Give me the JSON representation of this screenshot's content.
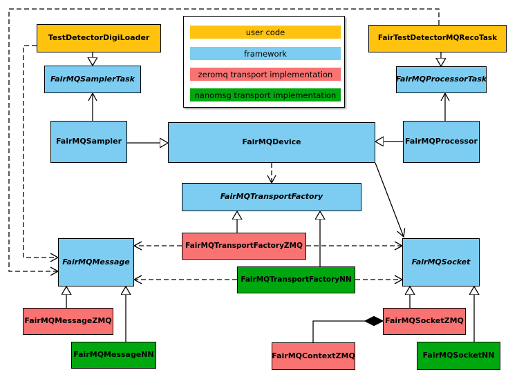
{
  "diagram": {
    "colors": {
      "user-code": "#FFC20E",
      "framework": "#7DCDF2",
      "zeromq": "#F97373",
      "nanomsg": "#00A80F",
      "line": "#000000"
    },
    "legend": {
      "items": [
        {
          "label": "user code",
          "category": "user-code"
        },
        {
          "label": "framework",
          "category": "framework"
        },
        {
          "label": "zeromq transport implementation",
          "category": "zeromq"
        },
        {
          "label": "nanomsg transport implementation",
          "category": "nanomsg"
        }
      ]
    },
    "nodes": [
      {
        "id": "TestDetectorDigiLoader",
        "label": "TestDetectorDigiLoader",
        "category": "user-code",
        "abstract": false
      },
      {
        "id": "FairTestDetectorMQRecoTask",
        "label": "FairTestDetectorMQRecoTask",
        "category": "user-code",
        "abstract": false
      },
      {
        "id": "FairMQSamplerTask",
        "label": "FairMQSamplerTask",
        "category": "framework",
        "abstract": true
      },
      {
        "id": "FairMQProcessorTask",
        "label": "FairMQProcessorTask",
        "category": "framework",
        "abstract": true
      },
      {
        "id": "FairMQSampler",
        "label": "FairMQSampler",
        "category": "framework",
        "abstract": false
      },
      {
        "id": "FairMQDevice",
        "label": "FairMQDevice",
        "category": "framework",
        "abstract": false
      },
      {
        "id": "FairMQProcessor",
        "label": "FairMQProcessor",
        "category": "framework",
        "abstract": false
      },
      {
        "id": "FairMQTransportFactory",
        "label": "FairMQTransportFactory",
        "category": "framework",
        "abstract": true
      },
      {
        "id": "FairMQTransportFactoryZMQ",
        "label": "FairMQTransportFactoryZMQ",
        "category": "zeromq",
        "abstract": false
      },
      {
        "id": "FairMQTransportFactoryNN",
        "label": "FairMQTransportFactoryNN",
        "category": "nanomsg",
        "abstract": false
      },
      {
        "id": "FairMQMessage",
        "label": "FairMQMessage",
        "category": "framework",
        "abstract": true
      },
      {
        "id": "FairMQSocket",
        "label": "FairMQSocket",
        "category": "framework",
        "abstract": true
      },
      {
        "id": "FairMQMessageZMQ",
        "label": "FairMQMessageZMQ",
        "category": "zeromq",
        "abstract": false
      },
      {
        "id": "FairMQMessageNN",
        "label": "FairMQMessageNN",
        "category": "nanomsg",
        "abstract": false
      },
      {
        "id": "FairMQSocketZMQ",
        "label": "FairMQSocketZMQ",
        "category": "zeromq",
        "abstract": false
      },
      {
        "id": "FairMQContextZMQ",
        "label": "FairMQContextZMQ",
        "category": "zeromq",
        "abstract": false
      },
      {
        "id": "FairMQSocketNN",
        "label": "FairMQSocketNN",
        "category": "nanomsg",
        "abstract": false
      }
    ],
    "edges": [
      {
        "type": "inheritance",
        "from": "TestDetectorDigiLoader",
        "to": "FairMQSamplerTask"
      },
      {
        "type": "inheritance",
        "from": "FairTestDetectorMQRecoTask",
        "to": "FairMQProcessorTask"
      },
      {
        "type": "inheritance",
        "from": "FairMQSampler",
        "to": "FairMQDevice"
      },
      {
        "type": "inheritance",
        "from": "FairMQProcessor",
        "to": "FairMQDevice"
      },
      {
        "type": "inheritance",
        "from": "FairMQTransportFactoryZMQ",
        "to": "FairMQTransportFactory"
      },
      {
        "type": "inheritance",
        "from": "FairMQTransportFactoryNN",
        "to": "FairMQTransportFactory"
      },
      {
        "type": "inheritance",
        "from": "FairMQMessageZMQ",
        "to": "FairMQMessage"
      },
      {
        "type": "inheritance",
        "from": "FairMQMessageNN",
        "to": "FairMQMessage"
      },
      {
        "type": "inheritance",
        "from": "FairMQSocketZMQ",
        "to": "FairMQSocket"
      },
      {
        "type": "inheritance",
        "from": "FairMQSocketNN",
        "to": "FairMQSocket"
      },
      {
        "type": "association",
        "from": "FairMQSampler",
        "to": "FairMQSamplerTask"
      },
      {
        "type": "association",
        "from": "FairMQProcessor",
        "to": "FairMQProcessorTask"
      },
      {
        "type": "association",
        "from": "FairMQDevice",
        "to": "FairMQSocket"
      },
      {
        "type": "dependency",
        "from": "FairMQDevice",
        "to": "FairMQTransportFactory"
      },
      {
        "type": "dependency",
        "from": "FairMQTransportFactoryZMQ",
        "to": "FairMQMessage"
      },
      {
        "type": "dependency",
        "from": "FairMQTransportFactoryZMQ",
        "to": "FairMQSocket"
      },
      {
        "type": "dependency",
        "from": "FairMQTransportFactoryNN",
        "to": "FairMQMessage"
      },
      {
        "type": "dependency",
        "from": "FairMQTransportFactoryNN",
        "to": "FairMQSocket"
      },
      {
        "type": "dependency",
        "from": "TestDetectorDigiLoader",
        "to": "FairMQMessage"
      },
      {
        "type": "dependency",
        "from": "FairTestDetectorMQRecoTask",
        "to": "FairMQMessage"
      },
      {
        "type": "composition",
        "from": "FairMQSocketZMQ",
        "to": "FairMQContextZMQ"
      }
    ]
  }
}
